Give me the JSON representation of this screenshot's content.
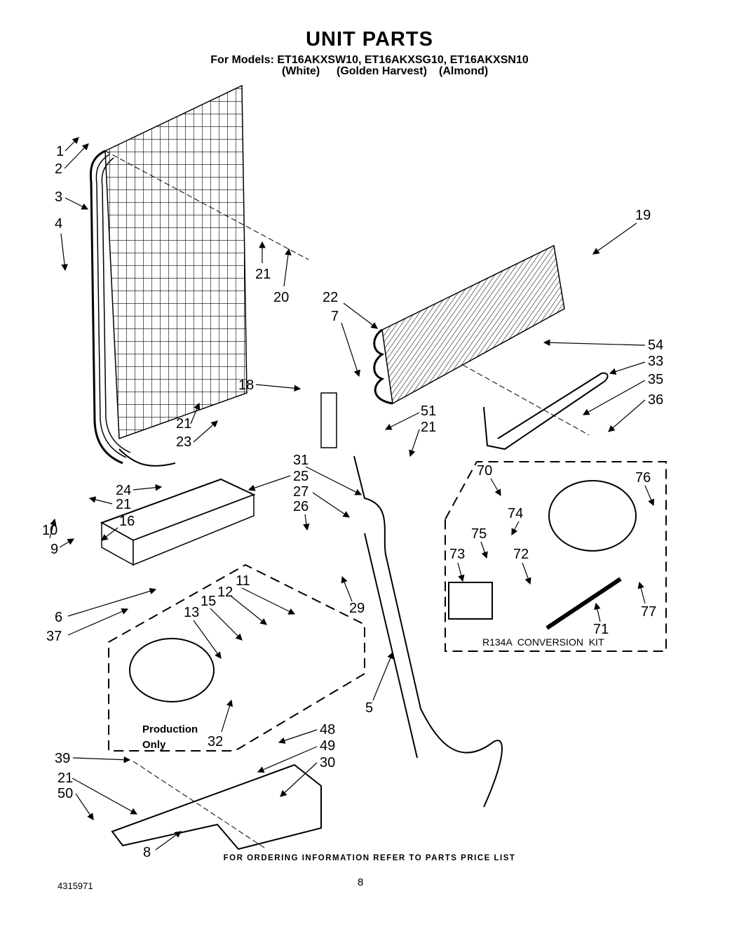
{
  "header": {
    "title": "UNIT PARTS",
    "models_line": "For Models: ET16AKXSW10, ET16AKXSG10, ET16AKXSN10",
    "colors": [
      "(White)",
      "(Golden Harvest)",
      "(Almond)"
    ]
  },
  "callouts": [
    "1",
    "2",
    "3",
    "4",
    "21",
    "20",
    "19",
    "22",
    "7",
    "54",
    "33",
    "35",
    "36",
    "18",
    "51",
    "21",
    "21",
    "23",
    "31",
    "25",
    "24",
    "21",
    "27",
    "26",
    "16",
    "10",
    "9",
    "70",
    "76",
    "74",
    "75",
    "73",
    "72",
    "6",
    "37",
    "11",
    "12",
    "15",
    "13",
    "29",
    "5",
    "77",
    "71",
    "32",
    "48",
    "49",
    "30",
    "39",
    "21",
    "50",
    "8"
  ],
  "production_label": [
    "Production",
    "Only"
  ],
  "kit_label": "R134A  CONVERSION  KIT",
  "footer": {
    "ordering_text": "FOR ORDERING INFORMATION REFER TO PARTS PRICE LIST",
    "doc_number": "4315971",
    "page_number": "8"
  }
}
